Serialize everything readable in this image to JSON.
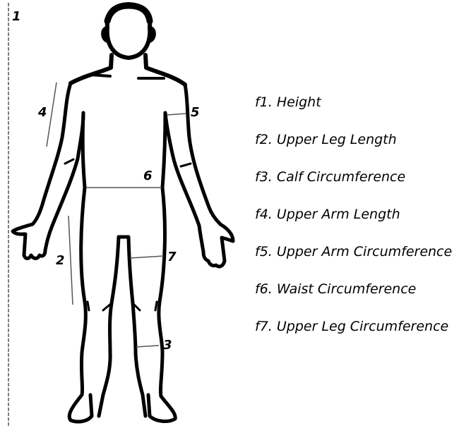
{
  "markers": {
    "m1": "1",
    "m2": "2",
    "m3": "3",
    "m4": "4",
    "m5": "5",
    "m6": "6",
    "m7": "7"
  },
  "legend": [
    "f1. Height",
    "f2. Upper Leg Length",
    "f3. Calf Circumference",
    "f4. Upper Arm Length",
    "f5. Upper Arm Circumference",
    "f6. Waist Circumference",
    "f7. Upper Leg Circumference"
  ],
  "colors": {
    "outline": "#000000",
    "measure_line": "#555555",
    "background": "#ffffff"
  }
}
